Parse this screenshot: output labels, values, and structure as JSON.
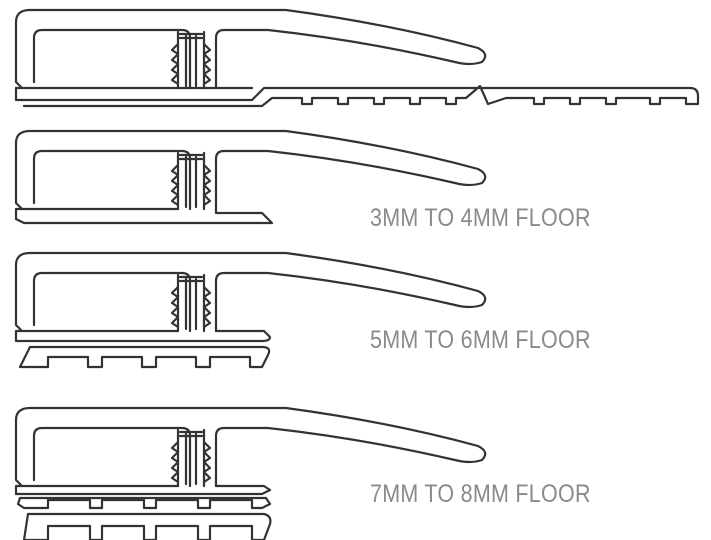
{
  "labels": {
    "floor_3_4": "3MM TO 4MM FLOOR",
    "floor_5_6": "5MM TO 6MM FLOOR",
    "floor_7_8": "7MM TO 8MM FLOOR"
  },
  "colors": {
    "stroke": "#333333",
    "label": "#8a8a8a",
    "background": "#ffffff"
  }
}
